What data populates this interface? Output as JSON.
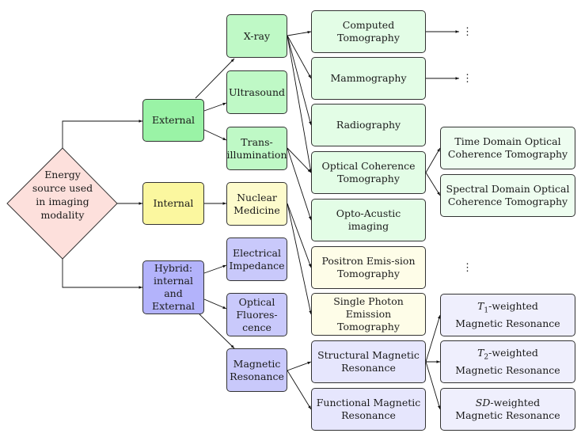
{
  "root": {
    "label": "Energy source used in imaging modality"
  },
  "categories": {
    "external": "External",
    "internal": "Internal",
    "hybrid": "Hybrid: internal and External"
  },
  "level2": {
    "xray": "X-ray",
    "ultrasound": "Ultrasound",
    "transillumination": "Trans-illumination",
    "nuclear": "Nuclear Medicine",
    "impedance": "Electrical Impedance",
    "fluorescence": "Optical Fluores-cence",
    "mr": "Magnetic Resonance"
  },
  "level3": {
    "ct": "Computed Tomography",
    "mammo": "Mammography",
    "radio": "Radiography",
    "oct": "Optical Coherence Tomography",
    "optoac": "Opto-Acustic imaging",
    "pet": "Positron Emis-sion Tomography",
    "spect": "Single Photon Emission Tomography",
    "smr": "Structural Magnetic Resonance",
    "fmr": "Functional Magnetic Resonance"
  },
  "level4": {
    "td_oct": "Time Domain Optical Coherence Tomography",
    "sd_oct": "Spectral Domain Optical Coherence Tomography",
    "t1": "T1-weighted Magnetic Resonance",
    "t2": "T2-weighted Magnetic Resonance",
    "sdw": "SD-weighted Magnetic Resonance"
  },
  "ellipsis": "⋮",
  "colors": {
    "external": "#9af3a6",
    "internal": "#fbf79f",
    "hybrid": "#b3b3fb",
    "root": "#fde0dc"
  }
}
